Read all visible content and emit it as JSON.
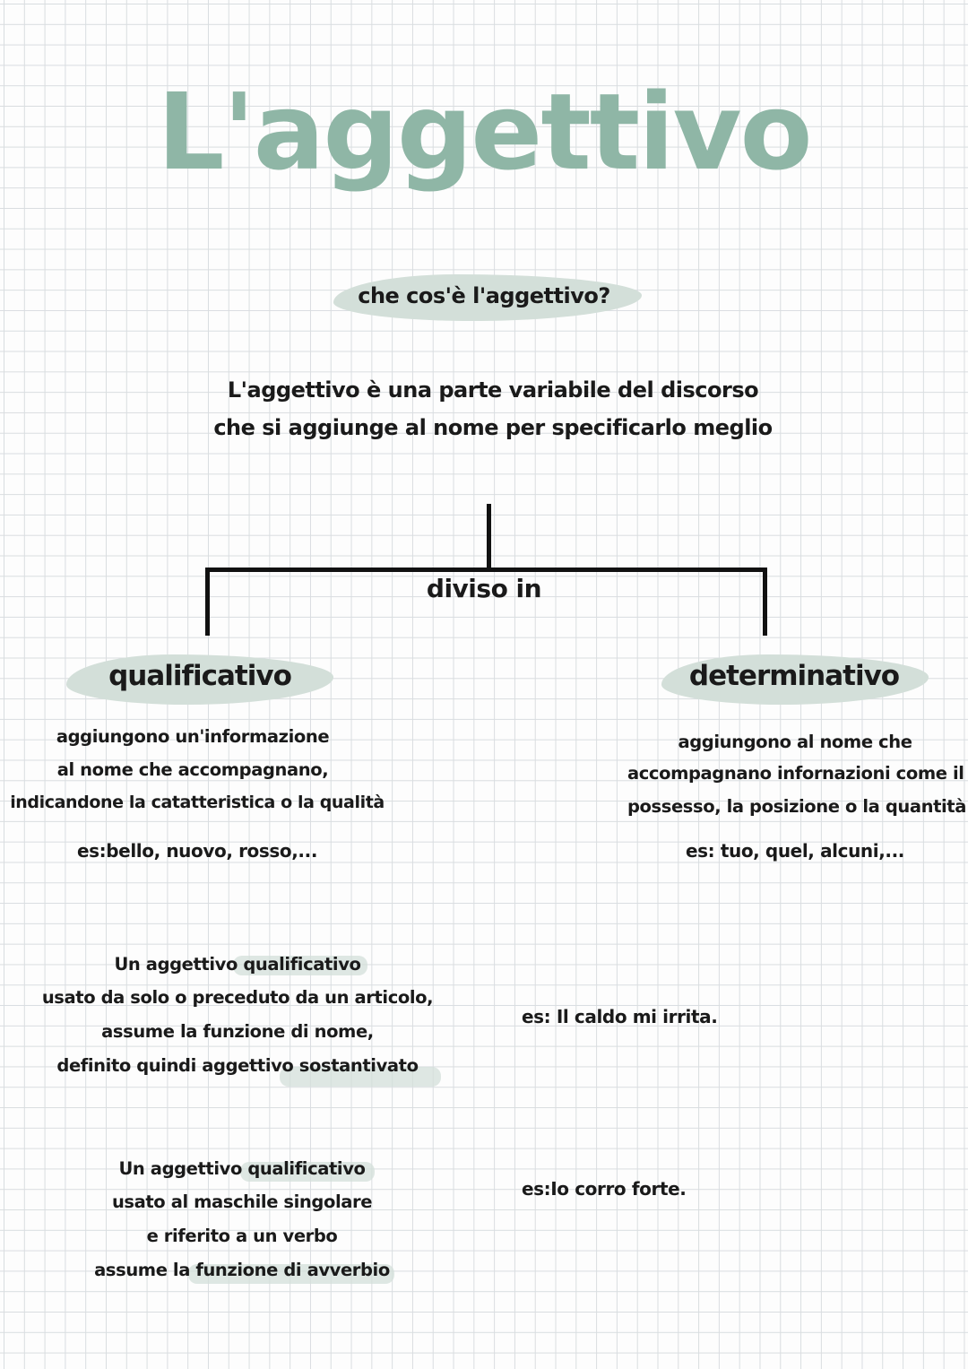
{
  "colors": {
    "accent": "#8fb6a6",
    "highlight": "#d3dfd9",
    "text": "#1a1a1a"
  },
  "title": "L'aggettivo",
  "question": "che cos'è l'aggettivo?",
  "definition": {
    "line1": "L'aggettivo è una parte variabile del discorso",
    "line2": "che si aggiunge al nome per specificarlo meglio"
  },
  "branch_label": "diviso in",
  "qualificativo": {
    "heading": "qualificativo",
    "lines": [
      "aggiungono un'informazione",
      "al nome che accompagnano,",
      "indicandone la catatteristica o la qualità"
    ],
    "example": "es:bello, nuovo, rosso,..."
  },
  "determinativo": {
    "heading": "determinativo",
    "lines": [
      "aggiungono al nome che",
      "accompagnano infornazioni come il",
      "possesso, la posizione o la quantità."
    ],
    "example": "es: tuo, quel, alcuni,..."
  },
  "sostantivato": {
    "lines": [
      "Un aggettivo qualificativo",
      "usato da solo o preceduto da un articolo,",
      "assume la funzione di nome,",
      "definito quindi aggettivo sostantivato"
    ],
    "example": "es: Il caldo mi irrita."
  },
  "avverbio": {
    "lines": [
      "Un aggettivo qualificativo",
      "usato al maschile singolare",
      "e riferito a un verbo",
      "assume la funzione di avverbio"
    ],
    "example": "es:Io corro forte."
  }
}
